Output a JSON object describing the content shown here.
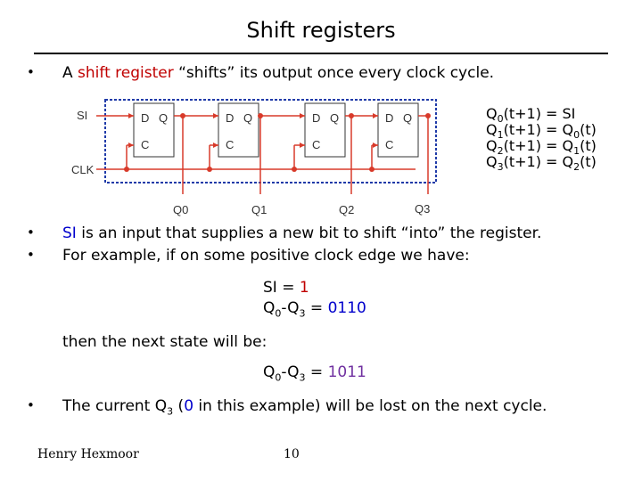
{
  "title": "Shift registers",
  "bullet_char": "•",
  "b1": {
    "pre": "A ",
    "term": "shift register",
    "post": " “shifts” its output once every clock cycle."
  },
  "diagram": {
    "si_label": "SI",
    "clk_label": "CLK",
    "d_label": "D",
    "q_label": "Q",
    "c_label": "C",
    "outputs": [
      "Q0",
      "Q1",
      "Q2",
      "Q3"
    ]
  },
  "equations": [
    {
      "lhs": "Q",
      "lsub": "0",
      "mid": "(t+1) = ",
      "rhs": "SI",
      "rsub": "",
      "tail": ""
    },
    {
      "lhs": "Q",
      "lsub": "1",
      "mid": "(t+1) = ",
      "rhs": "Q",
      "rsub": "0",
      "tail": "(t)"
    },
    {
      "lhs": "Q",
      "lsub": "2",
      "mid": "(t+1) = ",
      "rhs": "Q",
      "rsub": "1",
      "tail": "(t)"
    },
    {
      "lhs": "Q",
      "lsub": "3",
      "mid": "(t+1) = ",
      "rhs": "Q",
      "rsub": "2",
      "tail": "(t)"
    }
  ],
  "b2": {
    "term": "SI",
    "post": " is an input that supplies a new bit to shift “into” the register."
  },
  "b3": {
    "text": "For example, if on some positive clock edge we have:"
  },
  "ex1": {
    "si_pre": "SI = ",
    "si_val": "1",
    "q_a": "Q",
    "q_sub_a": "0",
    "q_dash": "-Q",
    "q_sub_b": "3",
    "q_eq": " = ",
    "q_val": "0110"
  },
  "then_text": "then the next state will be:",
  "ex2": {
    "q_a": "Q",
    "q_sub_a": "0",
    "q_dash": "-Q",
    "q_sub_b": "3",
    "q_eq": " = ",
    "q_val": "1011"
  },
  "b4": {
    "pre": "The current Q",
    "sub": "3",
    "mid": " (",
    "val": "0",
    "post": " in this example) will be lost on the next cycle."
  },
  "footer": {
    "author": "Henry Hexmoor",
    "page": "10"
  }
}
